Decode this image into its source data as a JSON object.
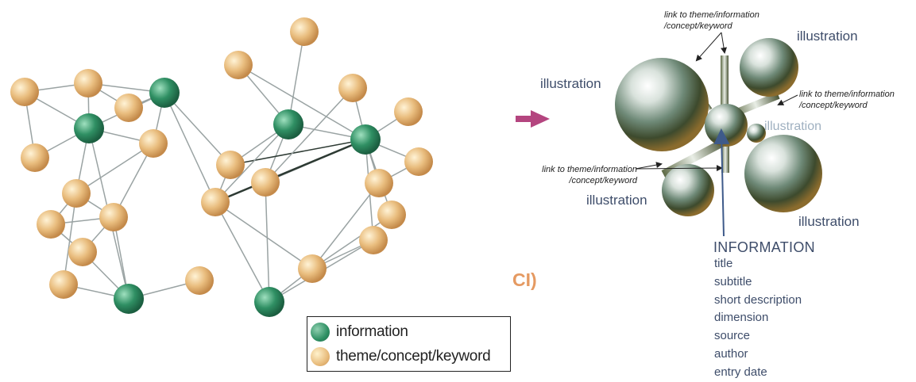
{
  "legend": {
    "information_label": "information",
    "theme_label": "theme/concept/keyword"
  },
  "annotations": {
    "illustration": "illustration",
    "link_line1": "link to theme/information",
    "link_line2": "/concept/keyword",
    "info_title": "INFORMATION",
    "fields": [
      "title",
      "subtitle",
      "short description",
      "dimension",
      "source",
      "author",
      "entry date"
    ],
    "partial_text": "CI)"
  },
  "colors": {
    "information_node": "#2e8f63",
    "theme_node": "#e8bc7c",
    "edge": "#9aa3a3",
    "arrow": "#b4457f",
    "label_text": "#3e4d6a"
  }
}
